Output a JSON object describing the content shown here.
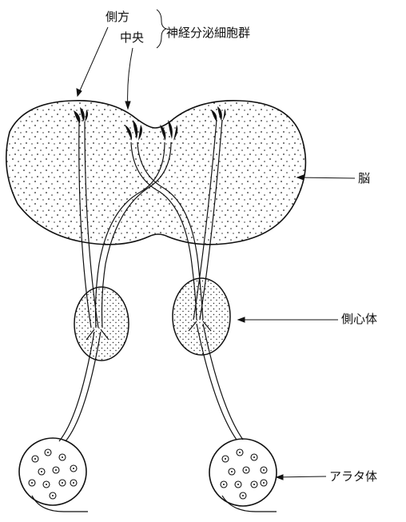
{
  "labels": {
    "lateral": "側方",
    "central": "中央",
    "cell_group": "神経分泌細胞群",
    "brain": "脳",
    "corpus_cardiacum": "側心体",
    "corpus_allatum": "アラタ体"
  }
}
